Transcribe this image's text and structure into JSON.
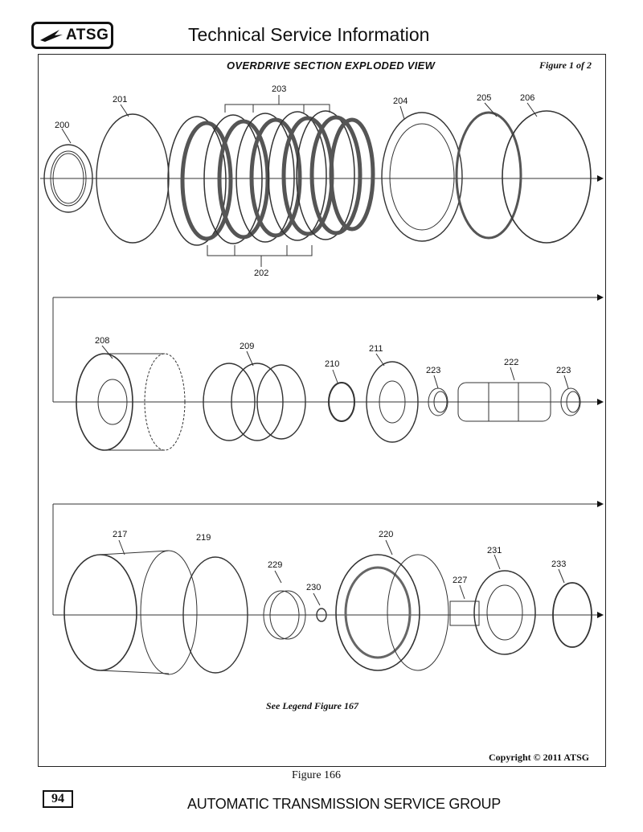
{
  "header": {
    "logo_text": "ATSG",
    "title": "Technical Service Information"
  },
  "figure": {
    "section_title": "OVERDRIVE SECTION EXPLODED VIEW",
    "figure_of": "Figure 1 of 2",
    "legend_note": "See Legend Figure 167",
    "copyright": "Copyright © 2011 ATSG",
    "caption": "Figure 166"
  },
  "callouts": {
    "c200": "200",
    "c201": "201",
    "c202": "202",
    "c203": "203",
    "c204": "204",
    "c205": "205",
    "c206": "206",
    "c208": "208",
    "c209": "209",
    "c210": "210",
    "c211": "211",
    "c222": "222",
    "c223a": "223",
    "c223b": "223",
    "c217": "217",
    "c219": "219",
    "c220": "220",
    "c227": "227",
    "c229": "229",
    "c230": "230",
    "c231": "231",
    "c233": "233"
  },
  "footer": {
    "page_number": "94",
    "org": "AUTOMATIC TRANSMISSION SERVICE GROUP"
  }
}
